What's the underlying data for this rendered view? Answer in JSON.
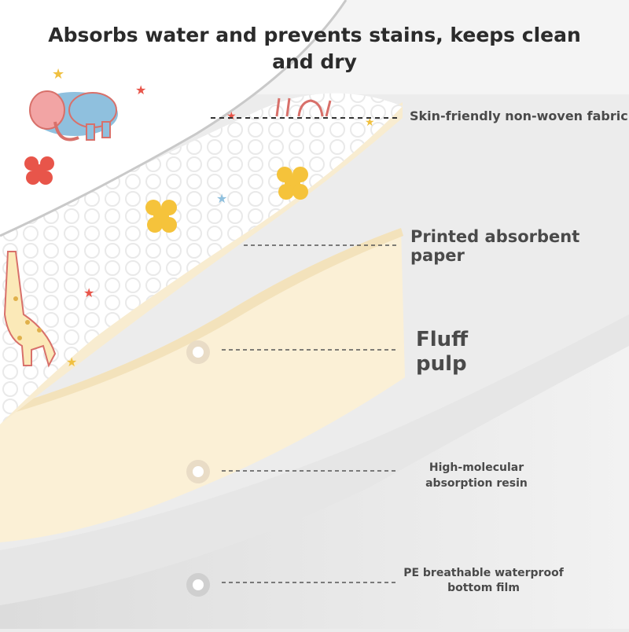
{
  "title": "Absorbs water and prevents stains, keeps clean and dry",
  "layers": [
    {
      "lines": [
        "Skin-friendly non-woven fabric"
      ]
    },
    {
      "lines": [
        "Printed absorbent",
        "paper"
      ]
    },
    {
      "lines": [
        "Fluff",
        "pulp"
      ]
    },
    {
      "lines": [
        "High-molecular",
        "absorption resin"
      ]
    },
    {
      "lines": [
        "PE breathable waterproof",
        "bottom film"
      ]
    }
  ],
  "colors": {
    "background": "#ececec",
    "fabric": "#ffffff",
    "paper": "#f8ecd0",
    "pulp": "#fbf0d6",
    "film": "#e2e2e2",
    "text": "#4a4a4a",
    "marker_ring": "#c9b79e"
  }
}
